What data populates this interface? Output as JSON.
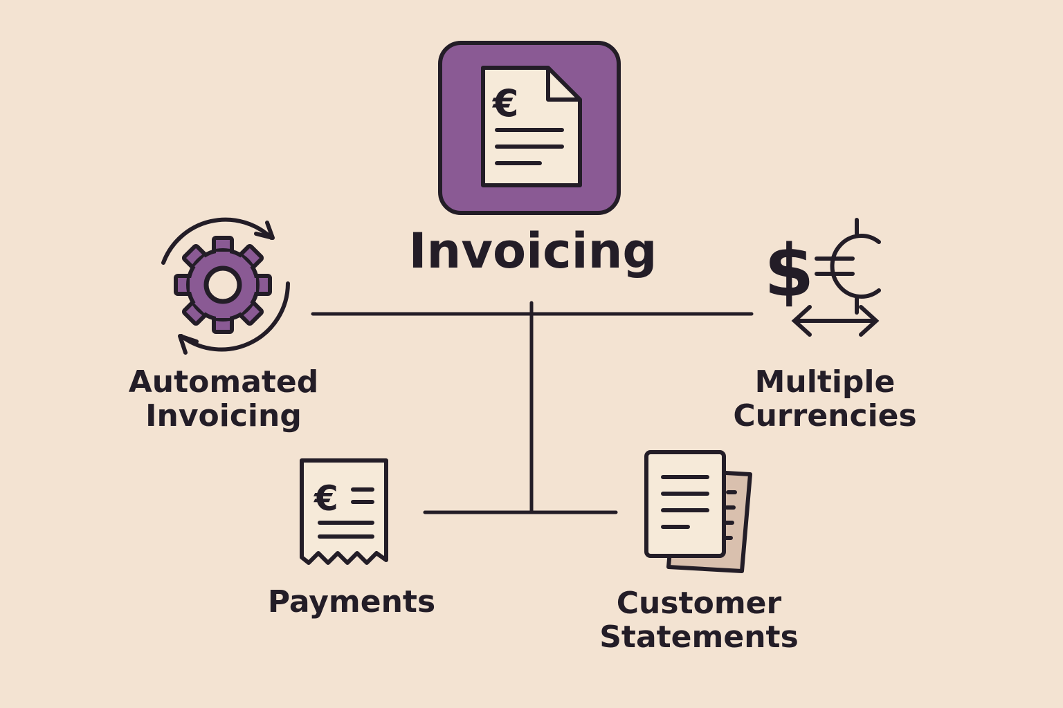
{
  "diagram": {
    "title": "Invoicing",
    "nodes": [
      {
        "id": "automated",
        "lines": [
          "Automated",
          "Invoicing"
        ],
        "icon": "gear-cycle-icon"
      },
      {
        "id": "currencies",
        "lines": [
          "Multiple",
          "Currencies"
        ],
        "icon": "currency-exchange-icon"
      },
      {
        "id": "payments",
        "lines": [
          "Payments"
        ],
        "icon": "receipt-icon"
      },
      {
        "id": "statements",
        "lines": [
          "Customer",
          "Statements"
        ],
        "icon": "stacked-documents-icon"
      }
    ],
    "central_icon": "invoice-document-icon"
  },
  "colors": {
    "background": "#f3e3d2",
    "accent": "#8a5a94",
    "stroke": "#231d27",
    "paper": "#f6ead9",
    "paper_shadow": "#d9c0ae"
  }
}
